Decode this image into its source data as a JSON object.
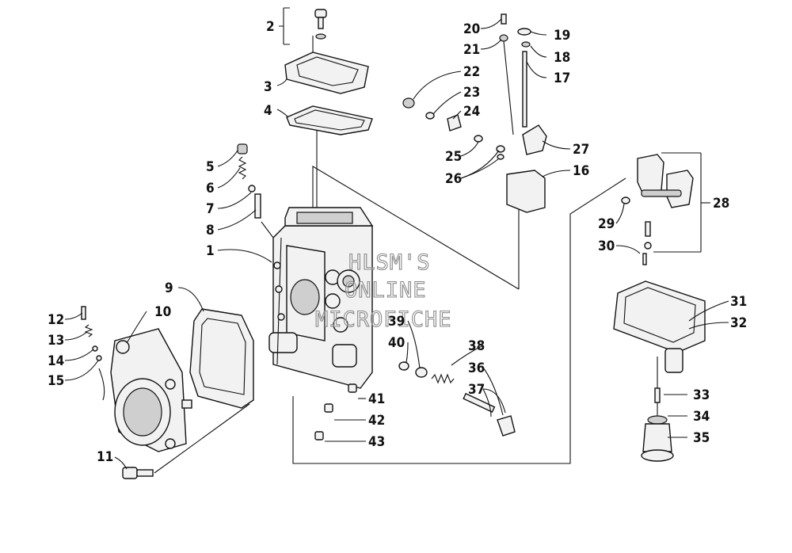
{
  "diagram": {
    "labels": [
      "1",
      "2",
      "3",
      "4",
      "5",
      "6",
      "7",
      "8",
      "9",
      "10",
      "11",
      "12",
      "13",
      "14",
      "15",
      "16",
      "17",
      "18",
      "19",
      "20",
      "21",
      "22",
      "23",
      "24",
      "25",
      "26",
      "27",
      "28",
      "29",
      "30",
      "31",
      "32",
      "33",
      "34",
      "35",
      "36",
      "37",
      "38",
      "39",
      "40",
      "41",
      "42",
      "43"
    ],
    "watermark": [
      "HLSM'S",
      "ONLINE",
      "MICROFICHE"
    ]
  }
}
